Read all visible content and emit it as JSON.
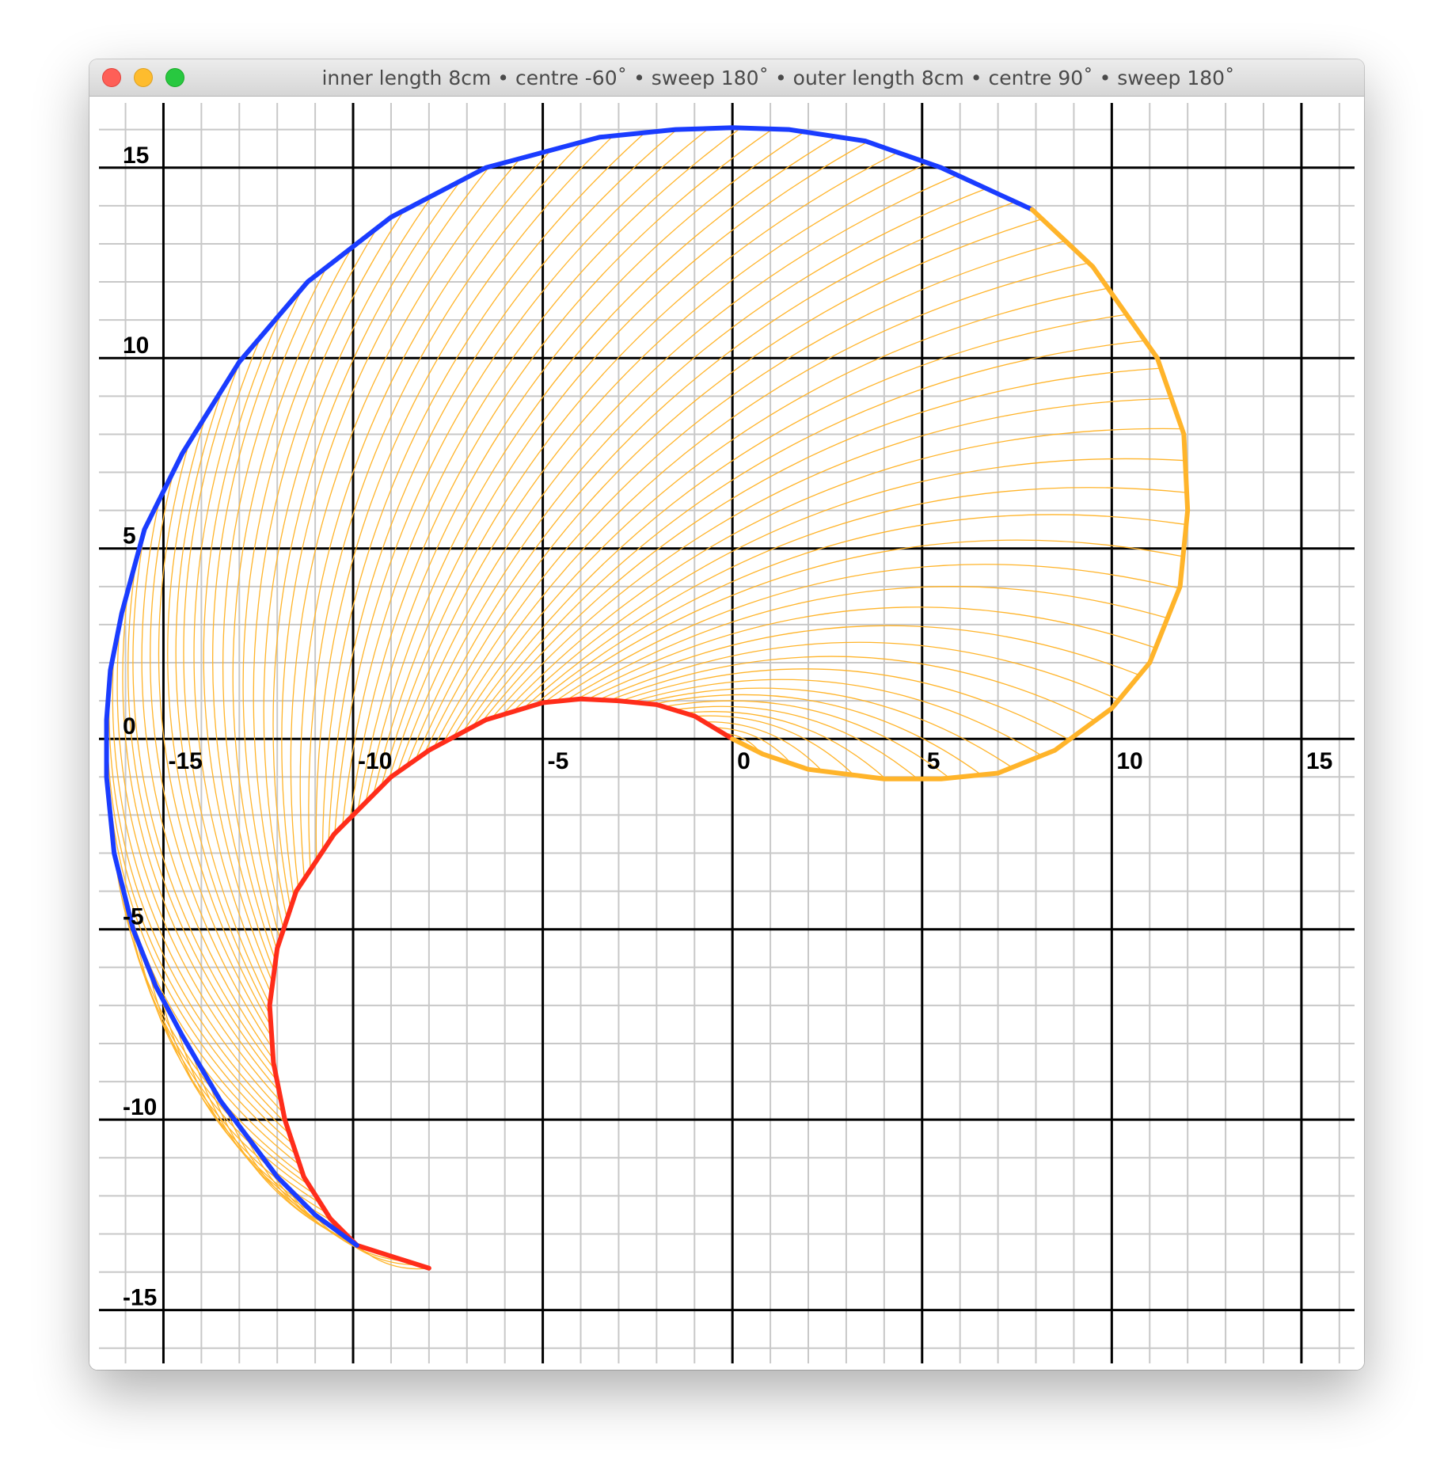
{
  "window": {
    "title": "inner length 8cm • centre -60˚ • sweep 180˚  •  outer length 8cm • centre 90˚ • sweep 180˚"
  },
  "icons": {
    "close": "close-icon",
    "minimize": "minimize-icon",
    "zoom": "zoom-icon"
  },
  "colors": {
    "inner_curve": "#ff2d1a",
    "outer_curve": "#1a3cff",
    "outer_end_curve": "#ffb42a",
    "fill_lines": "#ffb42a",
    "major_grid": "#000000",
    "minor_grid": "#c8c8c8",
    "titlebar_text": "#4a4a4a"
  },
  "chart_data": {
    "type": "line",
    "title": "",
    "xlabel": "",
    "ylabel": "",
    "xlim": [
      -16.7,
      16.4
    ],
    "ylim": [
      -16.4,
      16.7
    ],
    "grid": true,
    "major_step": 5,
    "minor_step": 1,
    "x_tick_labels": [
      "-15",
      "-10",
      "-5",
      "0",
      "5",
      "10",
      "15"
    ],
    "y_tick_labels": [
      "15",
      "10",
      "5",
      "0",
      "-5",
      "-10",
      "-15"
    ],
    "series": [
      {
        "role": "inner",
        "color": "#ff2d1a",
        "points": [
          [
            0.0,
            0.0
          ],
          [
            -1.0,
            0.6
          ],
          [
            -2.0,
            0.9
          ],
          [
            -3.0,
            1.0
          ],
          [
            -4.0,
            1.05
          ],
          [
            -5.0,
            0.95
          ],
          [
            -6.5,
            0.5
          ],
          [
            -8.0,
            -0.3
          ],
          [
            -9.0,
            -1.0
          ],
          [
            -10.5,
            -2.5
          ],
          [
            -11.5,
            -4.0
          ],
          [
            -12.0,
            -5.5
          ],
          [
            -12.2,
            -7.0
          ],
          [
            -12.1,
            -8.5
          ],
          [
            -11.8,
            -10.0
          ],
          [
            -11.3,
            -11.5
          ],
          [
            -10.6,
            -12.6
          ],
          [
            -9.9,
            -13.3
          ],
          [
            -8.0,
            -13.9
          ]
        ]
      },
      {
        "role": "outer",
        "color": "#1a3cff",
        "points": [
          [
            -9.9,
            -13.3
          ],
          [
            -11.0,
            -12.5
          ],
          [
            -12.0,
            -11.5
          ],
          [
            -13.5,
            -9.5
          ],
          [
            -14.5,
            -7.8
          ],
          [
            -15.2,
            -6.5
          ],
          [
            -15.8,
            -5.0
          ],
          [
            -16.3,
            -3.0
          ],
          [
            -16.5,
            -1.0
          ],
          [
            -16.5,
            0.5
          ],
          [
            -16.4,
            1.8
          ],
          [
            -16.1,
            3.3
          ],
          [
            -15.5,
            5.5
          ],
          [
            -14.5,
            7.5
          ],
          [
            -13.0,
            9.9
          ],
          [
            -11.2,
            12.0
          ],
          [
            -9.0,
            13.7
          ],
          [
            -6.5,
            15.0
          ],
          [
            -3.5,
            15.8
          ],
          [
            -1.5,
            16.0
          ],
          [
            0.0,
            16.05
          ],
          [
            1.5,
            16.0
          ],
          [
            3.5,
            15.7
          ],
          [
            5.5,
            15.0
          ],
          [
            7.9,
            13.9
          ]
        ]
      },
      {
        "role": "outer-end",
        "color": "#ffb42a",
        "points": [
          [
            7.9,
            13.9
          ],
          [
            9.5,
            12.4
          ],
          [
            11.2,
            10.0
          ],
          [
            11.9,
            8.0
          ],
          [
            12.0,
            6.0
          ],
          [
            11.8,
            4.0
          ],
          [
            11.0,
            2.0
          ],
          [
            10.0,
            0.8
          ],
          [
            8.5,
            -0.3
          ],
          [
            7.0,
            -0.9
          ],
          [
            5.5,
            -1.05
          ],
          [
            4.0,
            -1.05
          ],
          [
            2.0,
            -0.8
          ],
          [
            0.8,
            -0.4
          ],
          [
            0.0,
            0.0
          ]
        ]
      }
    ]
  }
}
